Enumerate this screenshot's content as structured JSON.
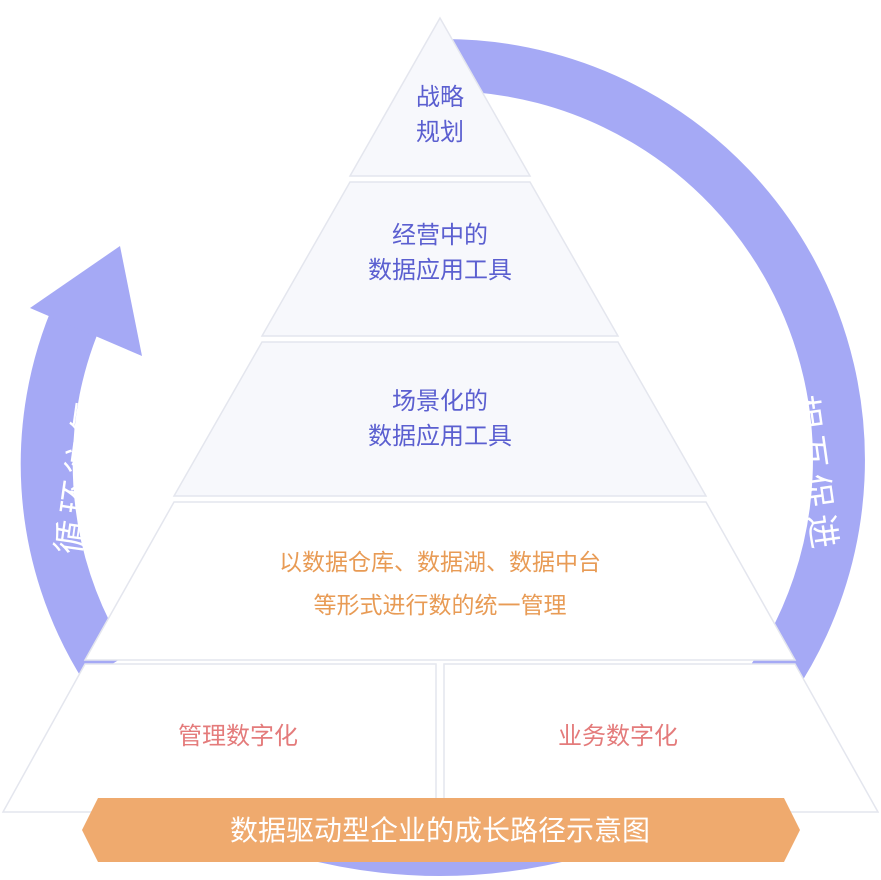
{
  "levels": {
    "top": {
      "line1": "战略",
      "line2": "规划"
    },
    "second": {
      "line1": "经营中的",
      "line2": "数据应用工具"
    },
    "third": {
      "line1": "场景化的",
      "line2": "数据应用工具"
    },
    "fourth": {
      "line1": "以数据仓库、数据湖、数据中台",
      "line2": "等形式进行数的统一管理"
    },
    "base_left": "管理数字化",
    "base_right": "业务数字化"
  },
  "arrows": {
    "left_label": "循环往复",
    "right_label": "相互促进"
  },
  "banner": {
    "title": "数据驱动型企业的成长路径示意图"
  },
  "colors": {
    "arrow": "#a5a9f5",
    "banner": "#efaa6e",
    "blue_text": "#5b5fd0",
    "orange_text": "#e89b55",
    "pink_text": "#e47b7b",
    "tier_fill": "#f7f8fc",
    "tier_stroke": "#e4e6ee"
  }
}
